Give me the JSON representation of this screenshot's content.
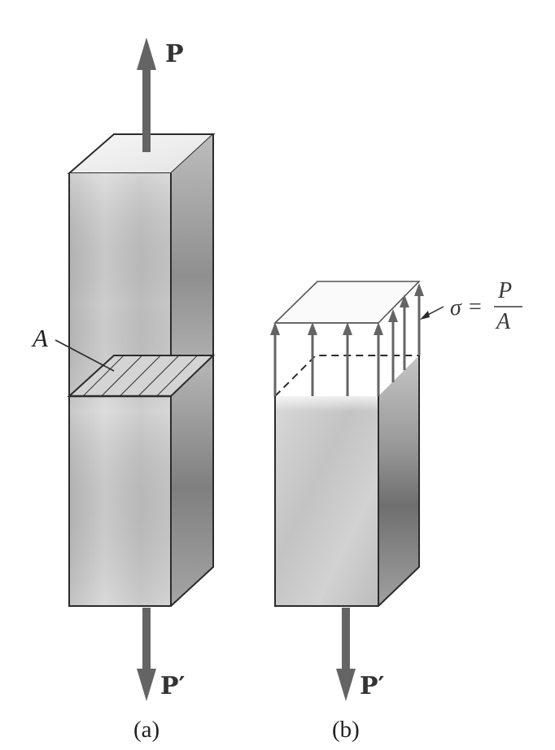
{
  "figure_a": {
    "force_top_label": "P",
    "force_bottom_label": "P′",
    "area_label": "A",
    "caption": "(a)"
  },
  "figure_b": {
    "force_bottom_label": "P′",
    "stress_symbol": "σ",
    "stress_equals": "=",
    "stress_numerator": "P",
    "stress_denominator": "A",
    "caption": "(b)"
  },
  "colors": {
    "arrow": "#646464",
    "outline": "#2b2b2b",
    "face_front": "#c8c8c8",
    "face_side": "#8e8e8e",
    "face_top": "#f0f0f0"
  }
}
